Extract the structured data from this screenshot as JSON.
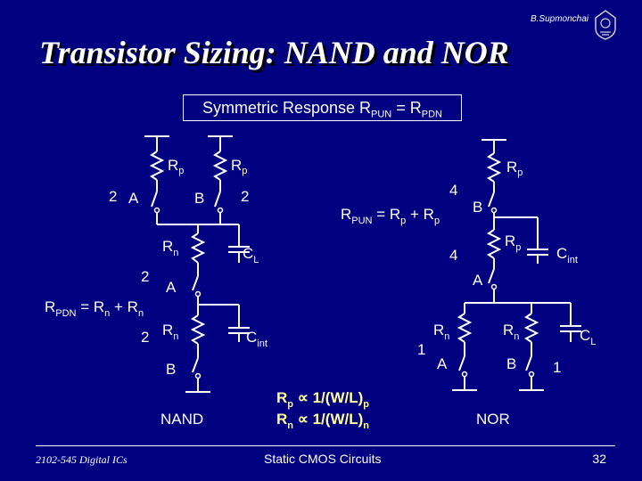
{
  "slide": {
    "author": "B.Supmonchai",
    "title": "Transistor Sizing: NAND and NOR",
    "subtitle": {
      "text": "Symmetric Response R",
      "sub1": "PUN",
      "mid": " = R",
      "sub2": "PDN"
    },
    "footer_course": "2102-545 Digital ICs",
    "footer_topic": "Static CMOS Circuits",
    "page_number": "32"
  },
  "nand": {
    "caption": "NAND",
    "rp_left": "R",
    "rp_left_sub": "p",
    "rp_right": "R",
    "rp_right_sub": "p",
    "size_a_top": "2",
    "input_a_top": "A",
    "size_b_top": "2",
    "input_b_top": "B",
    "rn_top": "R",
    "rn_top_sub": "n",
    "cl": "C",
    "cl_sub": "L",
    "size_a_bottom": "2",
    "input_a_bottom": "A",
    "rpdn": "R",
    "rpdn_sub1": "PDN",
    "rpdn_eq": " = R",
    "rpdn_sub2": "n",
    "rpdn_plus": " + R",
    "rpdn_sub3": "n",
    "size_b_bottom": "2",
    "rn_bottom": "R",
    "rn_bottom_sub": "n",
    "cint": "C",
    "cint_sub": "int",
    "input_b_bottom": "B"
  },
  "nor": {
    "caption": "NOR",
    "rp_top": "R",
    "rp_top_sub": "p",
    "size_b": "4",
    "input_b": "B",
    "rpun": "R",
    "rpun_sub1": "PUN",
    "rpun_eq": " = R",
    "rpun_sub2": "p",
    "rpun_plus": " + R",
    "rpun_sub3": "p",
    "size_a": "4",
    "rp_mid": "R",
    "rp_mid_sub": "p",
    "cint": "C",
    "cint_sub": "int",
    "input_a_top": "A",
    "rn_left": "R",
    "rn_left_sub": "n",
    "rn_right": "R",
    "rn_right_sub": "n",
    "cl": "C",
    "cl_sub": "L",
    "size_1_left": "1",
    "input_a_bottom": "A",
    "input_b_bottom": "B",
    "size_1_right": "1"
  },
  "formula": {
    "line1_a": "R",
    "line1_sub": "p",
    "line1_b": " ∝ 1/(W/L)",
    "line1_sub2": "p",
    "line2_a": "R",
    "line2_sub": "n",
    "line2_b": " ∝ 1/(W/L)",
    "line2_sub2": "n"
  },
  "colors": {
    "background": "#000080",
    "text": "#ffffff",
    "formula": "#ffff99"
  },
  "icons": [
    "university-seal-icon",
    "resistor-icon",
    "switch-icon",
    "capacitor-icon",
    "ground-icon",
    "supply-icon"
  ]
}
